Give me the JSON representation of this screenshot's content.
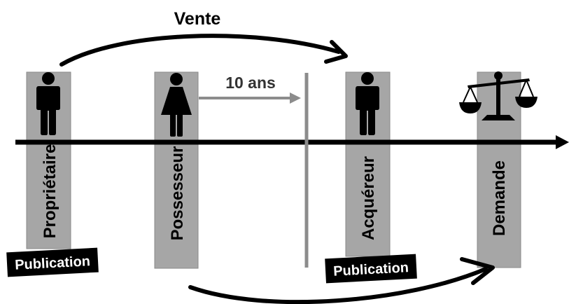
{
  "diagram": {
    "top_arrow_label": "Vente",
    "duration_label": "10 ans",
    "columns": [
      {
        "label": "Propriétaire",
        "figure": "man-icon"
      },
      {
        "label": "Possesseur",
        "figure": "woman-icon"
      },
      {
        "label": "Acquéreur",
        "figure": "man-icon"
      },
      {
        "label": "Demande",
        "figure": "scales-of-justice-icon"
      }
    ],
    "publication_badges": [
      {
        "label": "Publication"
      },
      {
        "label": "Publication"
      }
    ],
    "colors": {
      "column_fill": "#a6a6a6",
      "line": "#000000",
      "duration_arrow": "#8c8c8c",
      "divider": "#8c8c8c",
      "badge_fill": "#000000",
      "badge_text": "#ffffff"
    }
  }
}
